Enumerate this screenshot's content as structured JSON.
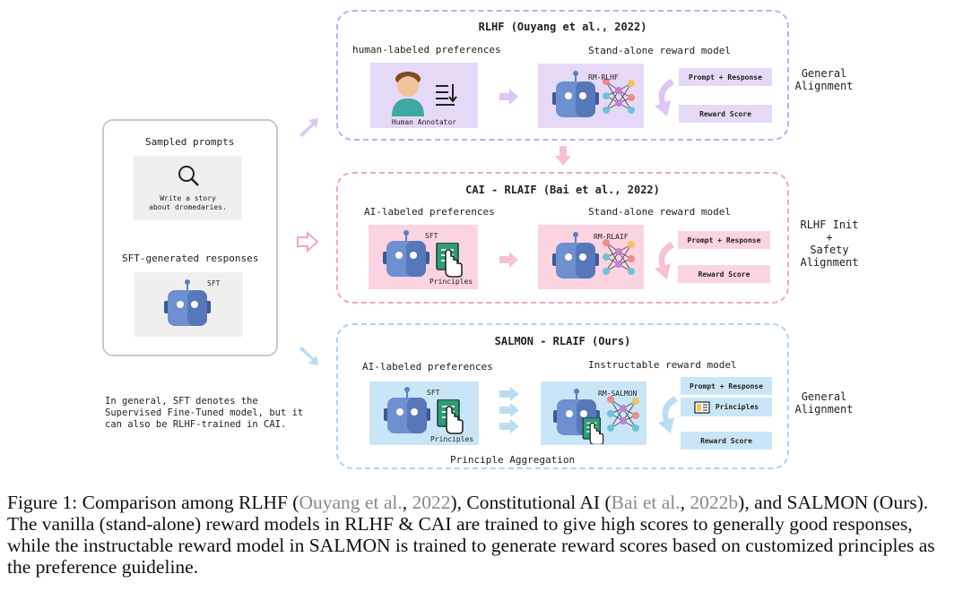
{
  "left": {
    "sampled_prompts": "Sampled prompts",
    "prompt_text_1": "Write a story",
    "prompt_text_2": "about dromedaries.",
    "sft_responses": "SFT-generated responses",
    "sft_label": "SFT"
  },
  "note": {
    "line1": "In general, SFT denotes the",
    "line2": "Supervised Fine-Tuned model, but it",
    "line3": "can also be RLHF-trained in CAI."
  },
  "rlhf": {
    "title": "RLHF (Ouyang et al., 2022)",
    "left_label": "human-labeled preferences",
    "right_label": "Stand-alone reward model",
    "annotator": "Human Annotator",
    "rm_label": "RM-RLHF",
    "prompt_response": "Prompt + Response",
    "reward_score": "Reward Score",
    "side_1": "General",
    "side_2": "Alignment"
  },
  "cai": {
    "title": "CAI - RLAIF (Bai et al., 2022)",
    "left_label": "AI-labeled preferences",
    "right_label": "Stand-alone reward model",
    "sft_label": "SFT",
    "principles": "Principles",
    "rm_label": "RM-RLAIF",
    "prompt_response": "Prompt + Response",
    "reward_score": "Reward Score",
    "side_1": "RLHF Init",
    "side_2": "+",
    "side_3": "Safety",
    "side_4": "Alignment"
  },
  "salmon": {
    "title": "SALMON - RLAIF (Ours)",
    "left_label": "AI-labeled preferences",
    "right_label": "Instructable reward model",
    "sft_label": "SFT",
    "principles": "Principles",
    "rm_label": "RM-SALMON",
    "prompt_response": "Prompt + Response",
    "principles_tag": "Principles",
    "reward_score": "Reward Score",
    "aggregation": "Principle Aggregation",
    "side_1": "General",
    "side_2": "Alignment"
  },
  "caption": {
    "p1": "Figure 1: Comparison among RLHF (",
    "c1": "Ouyang et al.",
    "p2": ", ",
    "c2": "2022",
    "p3": "), Constitutional AI (",
    "c3": "Bai et al.",
    "p4": ", ",
    "c4": "2022b",
    "p5": "), and SALMON (Ours). The vanilla (stand-alone) reward models in RLHF & CAI are trained to give high scores to generally good responses, while the instructable reward model in SALMON is trained to generate reward scores based on customized principles as the preference guideline."
  },
  "colors": {
    "purple_border": "#c9a8ec",
    "purple_fill": "#e6d9f7",
    "pink_border": "#f4a6be",
    "pink_fill": "#fbd3e1",
    "blue_border": "#a9d4f2",
    "blue_fill": "#c9e6f8",
    "robot": "#5b7ec2"
  }
}
